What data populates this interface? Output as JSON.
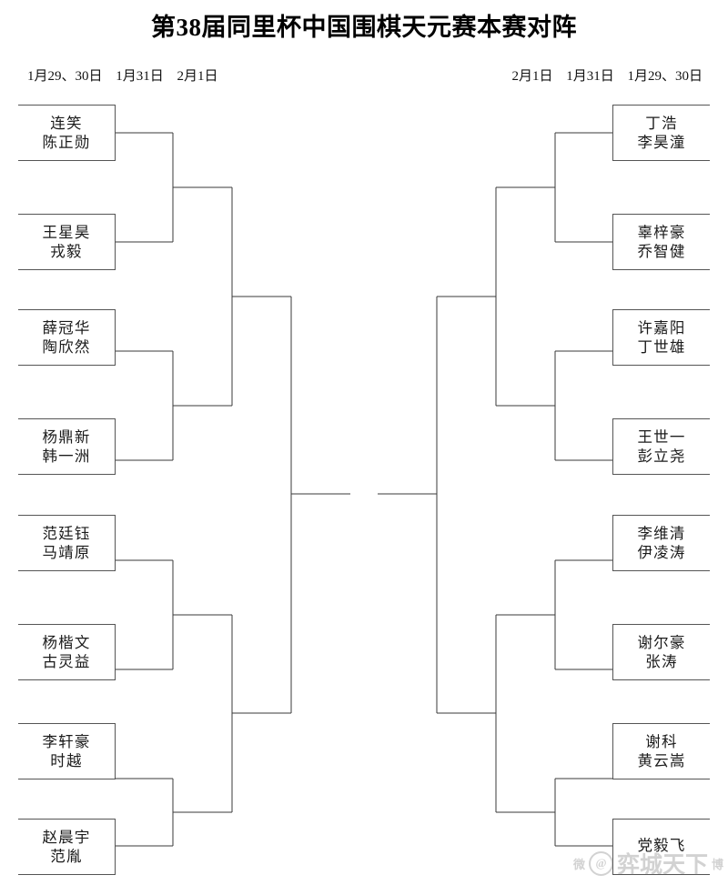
{
  "page": {
    "title": "第38届同里杯中国围棋天元赛本赛对阵"
  },
  "rounds": {
    "left_labels": [
      "1月29、30日",
      "1月31日",
      "2月1日"
    ],
    "right_labels": [
      "2月1日",
      "1月31日",
      "1月29、30日"
    ]
  },
  "bracket": {
    "left": [
      {
        "top": "连笑",
        "bottom": "陈正勋"
      },
      {
        "top": "王星昊",
        "bottom": "戎毅"
      },
      {
        "top": "薛冠华",
        "bottom": "陶欣然"
      },
      {
        "top": "杨鼎新",
        "bottom": "韩一洲"
      },
      {
        "top": "范廷钰",
        "bottom": "马靖原"
      },
      {
        "top": "杨楷文",
        "bottom": "古灵益"
      },
      {
        "top": "李轩豪",
        "bottom": "时越"
      },
      {
        "top": "赵晨宇",
        "bottom": "范胤"
      }
    ],
    "right": [
      {
        "top": "丁浩",
        "bottom": "李昊潼"
      },
      {
        "top": "辜梓豪",
        "bottom": "乔智健"
      },
      {
        "top": "许嘉阳",
        "bottom": "丁世雄"
      },
      {
        "top": "王世一",
        "bottom": "彭立尧"
      },
      {
        "top": "李维清",
        "bottom": "伊凌涛"
      },
      {
        "top": "谢尔豪",
        "bottom": "张涛"
      },
      {
        "top": "谢科",
        "bottom": "黄云嵩"
      },
      {
        "top": "党毅飞",
        "bottom": ""
      }
    ]
  },
  "watermark": {
    "prefix": "微",
    "badge": "@",
    "text": "弈城天下",
    "suffix": "博"
  },
  "colors": {
    "background": "#ffffff",
    "line": "#3a3a3a",
    "box_border": "#555555",
    "text": "#1b1b1b",
    "title": "#000000"
  }
}
